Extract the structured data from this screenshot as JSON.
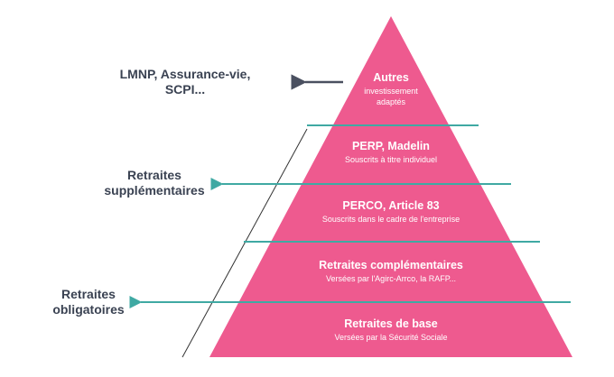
{
  "colors": {
    "pyramid": "#ee5a8f",
    "teal_line": "#3fa9a3",
    "arrow_dark": "#4a5060",
    "diagonal": "#333333",
    "side_text": "#3a4252"
  },
  "tiers": [
    {
      "title": "Autres",
      "subtitle_lines": [
        "investissement",
        "adaptés"
      ]
    },
    {
      "title": "PERP, Madelin",
      "subtitle_lines": [
        "Souscrits à titre individuel"
      ]
    },
    {
      "title": "PERCO, Article 83",
      "subtitle_lines": [
        "Souscrits dans le cadre de l'entreprise"
      ]
    },
    {
      "title": "Retraites complémentaires",
      "subtitle_lines": [
        "Versées par l'Agirc-Arrco, la RAFP..."
      ]
    },
    {
      "title": "Retraites de base",
      "subtitle_lines": [
        "Versées par la Sécurité Sociale"
      ]
    }
  ],
  "side_labels": {
    "investments": [
      "LMNP, Assurance-vie,",
      "SCPI..."
    ],
    "supplementary": [
      "Retraites",
      "supplémentaires"
    ],
    "mandatory": [
      "Retraites",
      "obligatoires"
    ]
  }
}
